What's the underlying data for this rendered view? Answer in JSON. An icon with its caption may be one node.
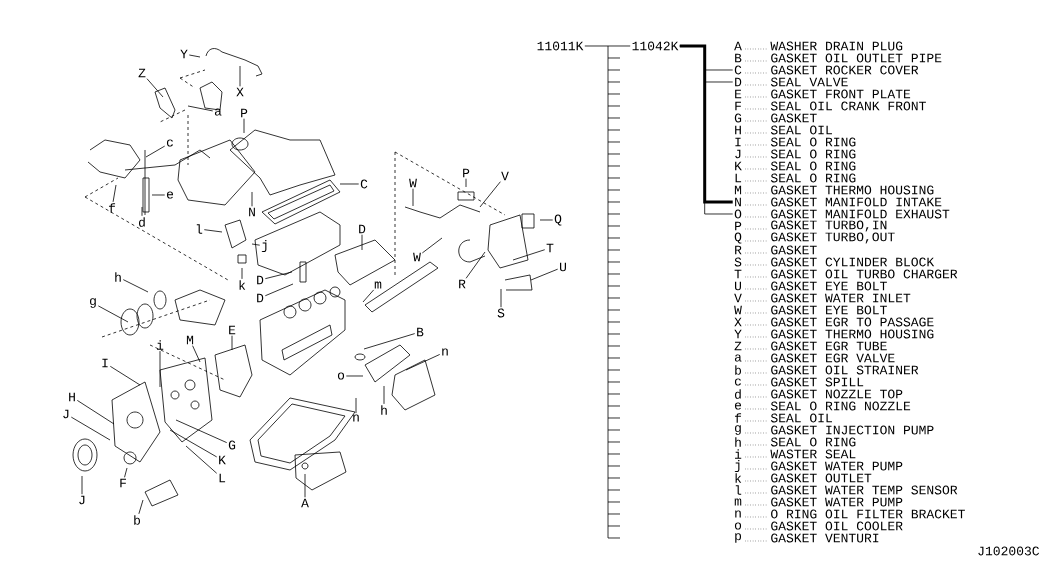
{
  "diagram": {
    "nodes": [
      {
        "text": [
          "11011K"
        ]
      },
      {
        "text": [
          "11042K"
        ]
      },
      {
        "text": [
          "A",
          "WASHER DRAIN PLUG"
        ]
      },
      {
        "text": [
          "B",
          "GASKET OIL OUTLET PIPE"
        ]
      },
      {
        "text": [
          "C",
          "GASKET ROCKER COVER"
        ]
      },
      {
        "text": [
          "D",
          "SEAL VALVE"
        ]
      },
      {
        "text": [
          "E",
          "GASKET FRONT PLATE"
        ]
      },
      {
        "text": [
          "F",
          "SEAL OIL CRANK FRONT"
        ]
      },
      {
        "text": [
          "G",
          "GASKET"
        ]
      },
      {
        "text": [
          "H",
          "SEAL OIL"
        ]
      },
      {
        "text": [
          "I",
          "SEAL O RING"
        ]
      },
      {
        "text": [
          "J",
          "SEAL O RING"
        ]
      },
      {
        "text": [
          "K",
          "SEAL O RING"
        ]
      },
      {
        "text": [
          "L",
          "SEAL O RING"
        ]
      },
      {
        "text": [
          "M",
          "GASKET THERMO HOUSING"
        ]
      },
      {
        "text": [
          "N",
          "GASKET MANIFOLD INTAKE"
        ]
      },
      {
        "text": [
          "O",
          "GASKET MANIFOLD EXHAUST"
        ]
      },
      {
        "text": [
          "P",
          "GASKET TURBO,IN"
        ]
      },
      {
        "text": [
          "Q",
          "GASKET TURBO,OUT"
        ]
      },
      {
        "text": [
          "R",
          "GASKET"
        ]
      },
      {
        "text": [
          "S",
          "GASKET CYLINDER BLOCK"
        ]
      },
      {
        "text": [
          "T",
          "GASKET OIL TURBO CHARGER"
        ]
      },
      {
        "text": [
          "U",
          "GASKET EYE BOLT"
        ]
      },
      {
        "text": [
          "V",
          "GASKET WATER INLET"
        ]
      },
      {
        "text": [
          "W",
          "GASKET EYE BOLT"
        ]
      },
      {
        "text": [
          "X",
          "GASKET EGR TO PASSAGE"
        ]
      },
      {
        "text": [
          "Y",
          "GASKET THERMO HOUSING"
        ]
      },
      {
        "text": [
          "Z",
          "GASKET EGR TUBE"
        ]
      },
      {
        "text": [
          "a",
          "GASKET EGR VALVE"
        ]
      },
      {
        "text": [
          "b",
          "GASKET OIL STRAINER"
        ]
      },
      {
        "text": [
          "c",
          "GASKET SPILL"
        ]
      },
      {
        "text": [
          "d",
          "GASKET NOZZLE TOP"
        ]
      },
      {
        "text": [
          "e",
          "SEAL O RING NOZZLE"
        ]
      },
      {
        "text": [
          "f",
          "SEAL OIL"
        ]
      },
      {
        "text": [
          "g",
          "GASKET INJECTION PUMP"
        ]
      },
      {
        "text": [
          "h",
          "SEAL O RING"
        ]
      },
      {
        "text": [
          "i",
          "WASTER SEAL"
        ]
      },
      {
        "text": [
          "j",
          "GASKET WATER PUMP"
        ]
      },
      {
        "text": [
          "k",
          "GASKET OUTLET"
        ]
      },
      {
        "text": [
          "l",
          "GASKET WATER TEMP SENSOR"
        ]
      },
      {
        "text": [
          "m",
          "GASKET WATER PUMP"
        ]
      },
      {
        "text": [
          "n",
          "O RING OIL FILTER BRACKET"
        ]
      },
      {
        "text": [
          "o",
          "GASKET OIL COOLER"
        ]
      },
      {
        "text": [
          "p",
          "GASKET VENTURI"
        ]
      },
      {
        "text": [
          "Y"
        ]
      },
      {
        "text": [
          "X"
        ]
      },
      {
        "text": [
          "Z"
        ]
      },
      {
        "text": [
          "a"
        ]
      },
      {
        "text": [
          "P"
        ]
      },
      {
        "text": [
          "c"
        ]
      },
      {
        "text": [
          "C"
        ]
      },
      {
        "text": [
          "f"
        ]
      },
      {
        "text": [
          "e"
        ]
      },
      {
        "text": [
          "d"
        ]
      },
      {
        "text": [
          "N"
        ]
      },
      {
        "text": [
          "l"
        ]
      },
      {
        "text": [
          "j"
        ]
      },
      {
        "text": [
          "k"
        ]
      },
      {
        "text": [
          "D"
        ]
      },
      {
        "text": [
          "D"
        ]
      },
      {
        "text": [
          "D"
        ]
      },
      {
        "text": [
          "h"
        ]
      },
      {
        "text": [
          "g"
        ]
      },
      {
        "text": [
          "m"
        ]
      },
      {
        "text": [
          "W"
        ]
      },
      {
        "text": [
          "P"
        ]
      },
      {
        "text": [
          "V"
        ]
      },
      {
        "text": [
          "Q"
        ]
      },
      {
        "text": [
          "W"
        ]
      },
      {
        "text": [
          "T"
        ]
      },
      {
        "text": [
          "U"
        ]
      },
      {
        "text": [
          "R"
        ]
      },
      {
        "text": [
          "S"
        ]
      },
      {
        "text": [
          "B"
        ]
      },
      {
        "text": [
          "n"
        ]
      },
      {
        "text": [
          "o"
        ]
      },
      {
        "text": [
          "h"
        ]
      },
      {
        "text": [
          "n"
        ]
      },
      {
        "text": [
          "E"
        ]
      },
      {
        "text": [
          "M"
        ]
      },
      {
        "text": [
          "i"
        ]
      },
      {
        "text": [
          "I"
        ]
      },
      {
        "text": [
          "H"
        ]
      },
      {
        "text": [
          "J"
        ]
      },
      {
        "text": [
          "G"
        ]
      },
      {
        "text": [
          "K"
        ]
      },
      {
        "text": [
          "L"
        ]
      },
      {
        "text": [
          "F"
        ]
      },
      {
        "text": [
          "J"
        ]
      },
      {
        "text": [
          "b"
        ]
      },
      {
        "text": [
          "A"
        ]
      }
    ],
    "edges": [
      {
        "from": 0,
        "to": 1,
        "arrow": "none"
      },
      {
        "from": 1,
        "to": 4,
        "arrow": "none"
      },
      {
        "from": 1,
        "to": 5,
        "arrow": "none"
      },
      {
        "from": 1,
        "to": 15,
        "arrow": "none",
        "style": "thick"
      },
      {
        "from": 1,
        "to": 16,
        "arrow": "none"
      },
      {
        "from": 44,
        "to": null,
        "arrow": "none"
      },
      {
        "from": 45,
        "to": null,
        "arrow": "none"
      },
      {
        "from": 46,
        "to": null,
        "arrow": "none"
      },
      {
        "from": 47,
        "to": null,
        "arrow": "none"
      },
      {
        "from": 48,
        "to": null,
        "arrow": "none"
      },
      {
        "from": 49,
        "to": null,
        "arrow": "none"
      },
      {
        "from": 50,
        "to": null,
        "arrow": "none"
      },
      {
        "from": 51,
        "to": null,
        "arrow": "none"
      },
      {
        "from": 52,
        "to": null,
        "arrow": "none"
      },
      {
        "from": 53,
        "to": null,
        "arrow": "none"
      },
      {
        "from": 54,
        "to": null,
        "arrow": "none"
      },
      {
        "from": 55,
        "to": null,
        "arrow": "none"
      },
      {
        "from": 56,
        "to": null,
        "arrow": "none"
      },
      {
        "from": 57,
        "to": null,
        "arrow": "none"
      },
      {
        "from": 58,
        "to": null,
        "arrow": "none"
      },
      {
        "from": 59,
        "to": null,
        "arrow": "none"
      },
      {
        "from": 60,
        "to": null,
        "arrow": "none"
      },
      {
        "from": 61,
        "to": null,
        "arrow": "none"
      },
      {
        "from": 62,
        "to": null,
        "arrow": "none"
      },
      {
        "from": 63,
        "to": null,
        "arrow": "none"
      },
      {
        "from": 64,
        "to": null,
        "arrow": "none"
      },
      {
        "from": 65,
        "to": null,
        "arrow": "none"
      },
      {
        "from": 66,
        "to": null,
        "arrow": "none"
      },
      {
        "from": 67,
        "to": null,
        "arrow": "none"
      },
      {
        "from": 68,
        "to": null,
        "arrow": "none"
      },
      {
        "from": 69,
        "to": null,
        "arrow": "none"
      },
      {
        "from": 70,
        "to": null,
        "arrow": "none"
      },
      {
        "from": 71,
        "to": null,
        "arrow": "none"
      },
      {
        "from": 72,
        "to": null,
        "arrow": "none"
      },
      {
        "from": 73,
        "to": null,
        "arrow": "none"
      },
      {
        "from": 74,
        "to": null,
        "arrow": "none"
      },
      {
        "from": 75,
        "to": null,
        "arrow": "none"
      },
      {
        "from": 76,
        "to": null,
        "arrow": "none"
      },
      {
        "from": 77,
        "to": null,
        "arrow": "none"
      },
      {
        "from": 78,
        "to": null,
        "arrow": "none"
      },
      {
        "from": 79,
        "to": null,
        "arrow": "none"
      },
      {
        "from": 80,
        "to": null,
        "arrow": "none"
      },
      {
        "from": 81,
        "to": null,
        "arrow": "none"
      },
      {
        "from": 82,
        "to": null,
        "arrow": "none"
      },
      {
        "from": 83,
        "to": null,
        "arrow": "none"
      },
      {
        "from": 84,
        "to": null,
        "arrow": "none"
      },
      {
        "from": 85,
        "to": null,
        "arrow": "none"
      },
      {
        "from": 86,
        "to": null,
        "arrow": "none"
      },
      {
        "from": 87,
        "to": null,
        "arrow": "none"
      },
      {
        "from": 88,
        "to": null,
        "arrow": "none"
      },
      {
        "from": 89,
        "to": null,
        "arrow": "none"
      },
      {
        "from": 90,
        "to": null,
        "arrow": "none"
      }
    ],
    "labels": [
      "J102003C"
    ]
  }
}
